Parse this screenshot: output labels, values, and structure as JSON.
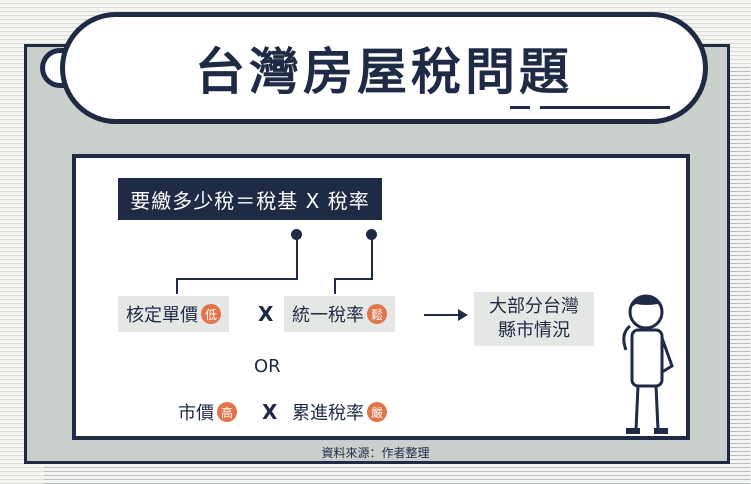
{
  "title": "台灣房屋稅問題",
  "formula": "要繳多少稅＝稅基 X 稅率",
  "row1": {
    "left": "核定單價",
    "left_badge": "低",
    "times": "X",
    "right": "統一稅率",
    "right_badge": "鬆"
  },
  "or": "OR",
  "row2": {
    "left": "市價",
    "left_badge": "高",
    "times": "X",
    "right": "累進稅率",
    "right_badge": "嚴"
  },
  "result": {
    "line1": "大部分台灣",
    "line2": "縣市情況"
  },
  "source": "資料來源：作者整理",
  "colors": {
    "navy": "#1f2a44",
    "accent": "#e0744b",
    "gray": "#c9cfcb"
  },
  "icons": {
    "thinking_person": "person-thinking-icon"
  }
}
